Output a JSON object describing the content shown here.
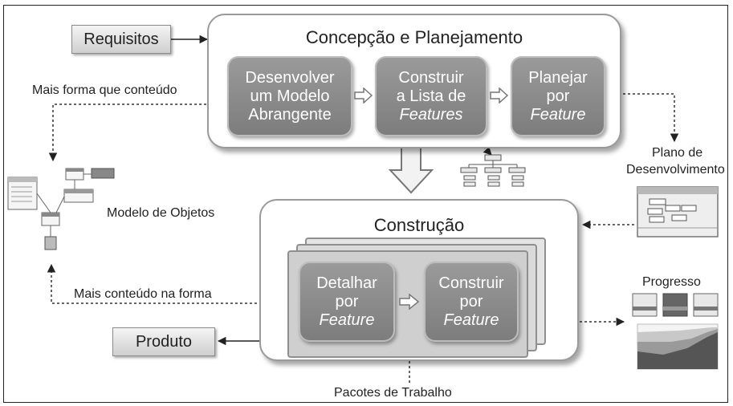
{
  "inputs": {
    "requisitos": "Requisitos",
    "produto": "Produto"
  },
  "planning": {
    "title": "Concepção e Planejamento",
    "steps": [
      {
        "lines": [
          "Desenvolver",
          "um Modelo",
          "Abrangente"
        ]
      },
      {
        "lines": [
          "Construir",
          "a Lista de",
          "Features"
        ]
      },
      {
        "lines": [
          "Planejar",
          "por",
          "Feature"
        ]
      }
    ]
  },
  "construction": {
    "title": "Construção",
    "steps": [
      {
        "lines": [
          "Detalhar",
          "por",
          "Feature"
        ]
      },
      {
        "lines": [
          "Construir",
          "por",
          "Feature"
        ]
      }
    ]
  },
  "labels": {
    "mais_forma": "Mais forma que conteúdo",
    "modelo_objetos": "Modelo de Objetos",
    "plano_line1": "Plano de",
    "plano_line2": "Desenvolvimento",
    "mais_conteudo": "Mais conteúdo na forma",
    "progresso": "Progresso",
    "pacotes": "Pacotes de Trabalho"
  },
  "icons": [
    "class-diagram-icon",
    "feature-tree-icon",
    "gantt-plan-icon",
    "progress-charts-icon"
  ],
  "colors": {
    "step_fill": "#8a8a8a",
    "pill_fill": "#e2e2e2",
    "border": "#9a9a9a"
  }
}
